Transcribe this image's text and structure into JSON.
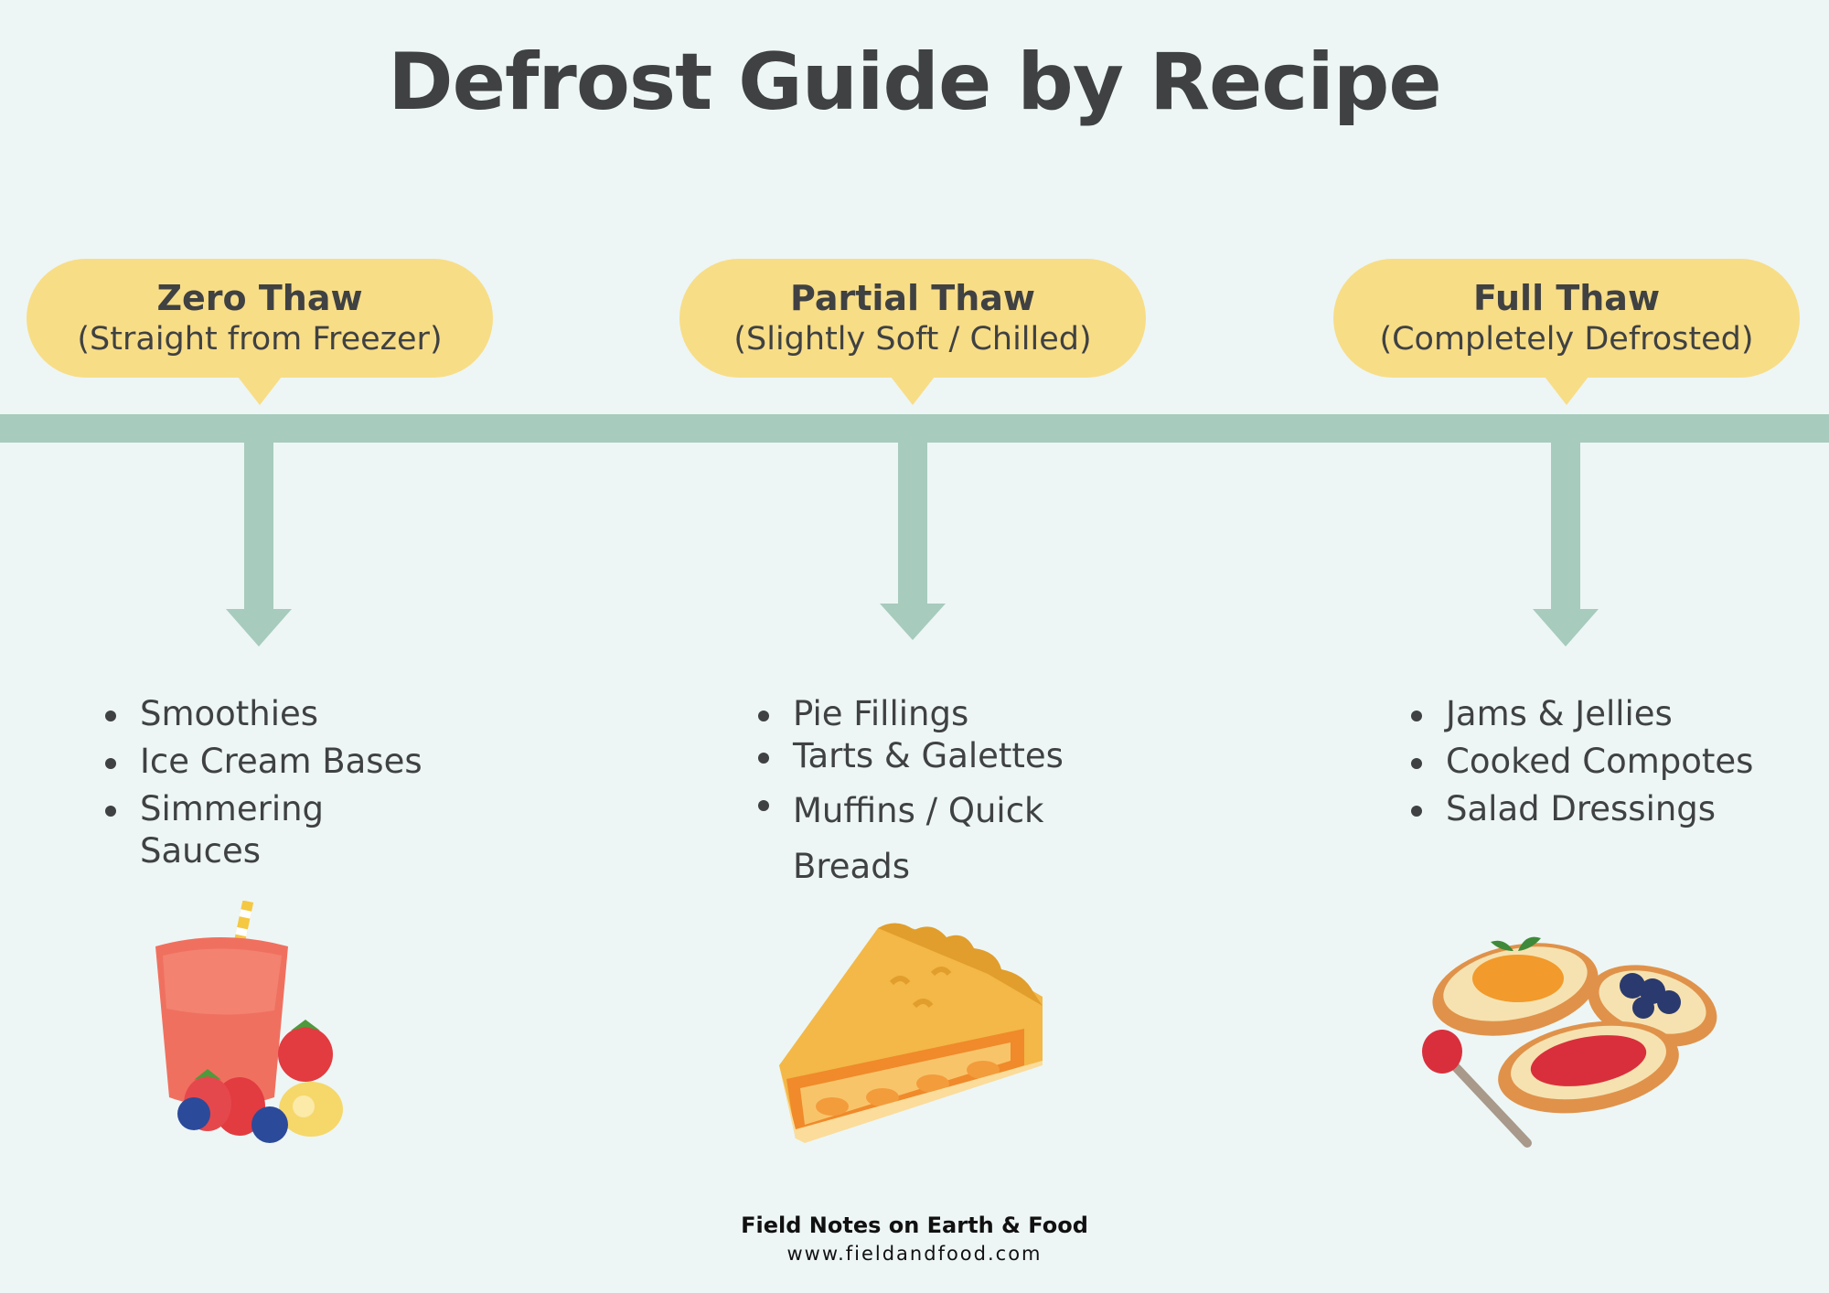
{
  "title": "Defrost Guide by Recipe",
  "stages": [
    {
      "title": "Zero Thaw",
      "subtitle": "(Straight from Freezer)",
      "items": [
        "Smoothies",
        "Ice Cream Bases",
        "Simmering Sauces"
      ],
      "illustration": "smoothie-with-fruit-icon"
    },
    {
      "title": "Partial Thaw",
      "subtitle": "(Slightly Soft / Chilled)",
      "items": [
        "Pie Fillings",
        "Tarts & Galettes",
        "Muffins / Quick Breads"
      ],
      "illustration": "pie-slice-icon"
    },
    {
      "title": "Full Thaw",
      "subtitle": "(Completely Defrosted)",
      "items": [
        "Jams & Jellies",
        "Cooked Compotes",
        "Salad Dressings"
      ],
      "illustration": "jam-toasts-icon"
    }
  ],
  "footer": {
    "name": "Field Notes on Earth & Food",
    "url": "www.fieldandfood.com"
  },
  "colors": {
    "background": "#edf6f5",
    "bubble": "#f8dd87",
    "timeline": "#a7cbbd",
    "text": "#3f4142"
  }
}
